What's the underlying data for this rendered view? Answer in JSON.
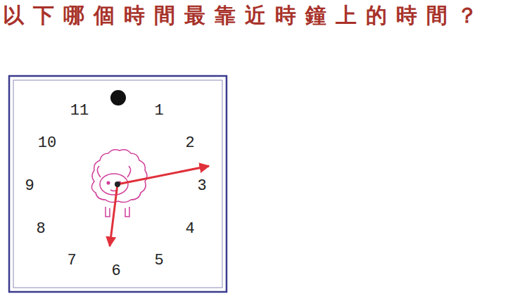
{
  "diagram": {
    "title": "以下哪個時間最靠近時鐘上的時間？",
    "labels": [
      "11",
      "1",
      "10",
      "2",
      "9",
      "3",
      "8",
      "4",
      "7",
      "5",
      "6"
    ]
  }
}
